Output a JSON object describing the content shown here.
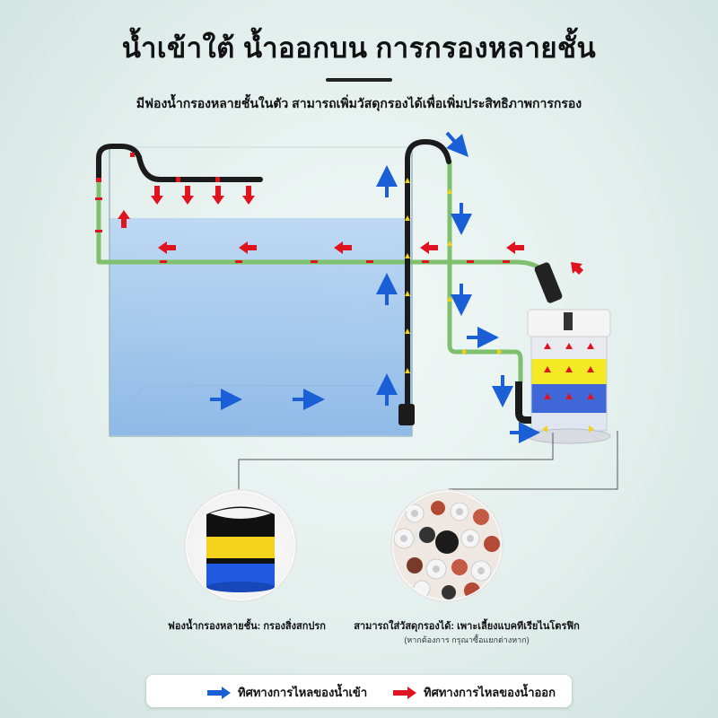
{
  "header": {
    "title": "น้ำเข้าใต้ น้ำออกบน การกรองหลายชั้น",
    "subtitle": "มีฟองน้ำกรองหลายชั้นในตัว สามารถเพิ่มวัสดุกรองได้เพื่อเพิ่มประสิทธิภาพการกรอง"
  },
  "captions": {
    "sponge": "ฟองน้ำกรองหลายชั้น: กรองสิ่งสกปรก",
    "media": "สามารถใส่วัสดุกรองได้: เพาะเลี้ยงแบคทีเรียไนโตรฟิก",
    "media_note": "(หากต้องการ กรุณาซื้อแยกต่างหาก)"
  },
  "legend": {
    "inflow_label": "ทิศทางการไหลของน้ำเข้า",
    "outflow_label": "ทิศทางการไหลของน้ำออก"
  },
  "colors": {
    "inflow": "#1a5fd6",
    "outflow": "#e0141e",
    "pipe": "#7ec06e",
    "water": "#9fc4ee"
  }
}
